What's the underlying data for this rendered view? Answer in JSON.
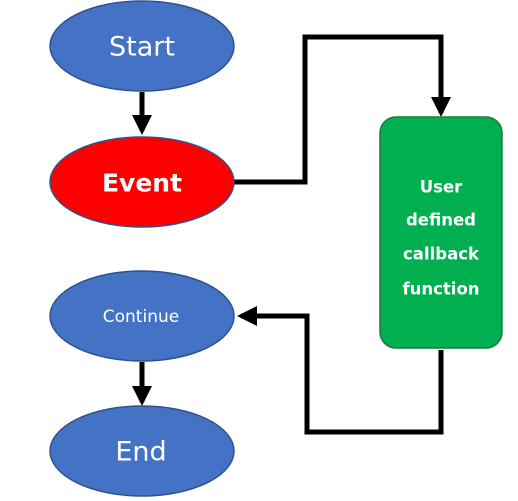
{
  "nodes": {
    "start": {
      "label": "Start",
      "color": "#4472C4"
    },
    "event": {
      "label": "Event",
      "color": "#FF0000"
    },
    "callback": {
      "lines": [
        "User",
        "defined",
        "callback",
        "function"
      ],
      "color": "#00B050"
    },
    "continue": {
      "label": "Continue",
      "color": "#4472C4"
    },
    "end": {
      "label": "End",
      "color": "#4472C4"
    }
  },
  "edges": [
    {
      "from": "Start",
      "to": "Event"
    },
    {
      "from": "Event",
      "to": "User defined callback function"
    },
    {
      "from": "User defined callback function",
      "to": "Continue"
    },
    {
      "from": "Continue",
      "to": "End"
    }
  ],
  "colors": {
    "node_outline": "#2F528F",
    "callback_outline": "#1F7A3A",
    "connector": "#000000",
    "background": "#FFFFFF"
  }
}
